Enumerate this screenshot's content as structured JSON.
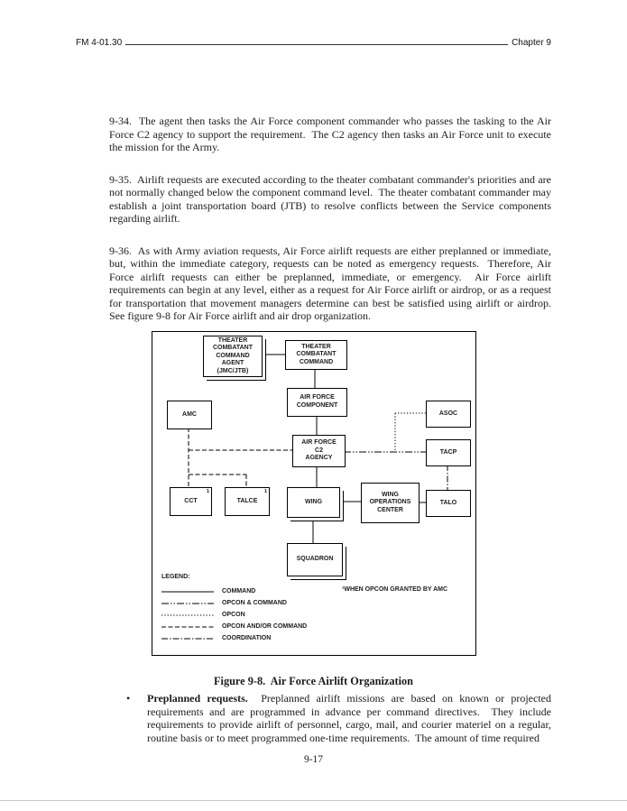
{
  "page": {
    "header": {
      "left": "FM 4-01.30",
      "right": "Chapter 9"
    },
    "footer": "9-17"
  },
  "paragraphs": [
    {
      "text": "9-34.  The agent then tasks the Air Force component commander who passes the tasking to the Air Force C2 agency to support the requirement.  The C2 agency then tasks an Air Force unit to execute the mission for the Army."
    },
    {
      "text": "9-35.  Airlift requests are executed according to the theater combatant commander's priorities and are not normally changed below the component command level.  The theater combatant commander may establish a joint transportation board (JTB) to resolve conflicts between the Service components regarding airlift."
    },
    {
      "text": "9-36.  As with Army aviation requests, Air Force airlift requests are either preplanned or immediate, but, within the immediate category, requests can be noted as emergency requests.  Therefore, Air Force airlift requests can either be preplanned, immediate, or emergency.  Air Force airlift requirements can begin at any level, either as a request for Air Force airlift or airdrop, or as a request for transportation that movement managers determine can best be satisfied using airlift or airdrop.  See figure 9-8 for Air Force airlift and air drop organization."
    }
  ],
  "figure": {
    "caption": "Figure 9-8.  Air Force Airlift Organization",
    "note": "¹WHEN OPCON GRANTED BY AMC",
    "legend_title": "LEGEND:",
    "legend": [
      {
        "label": "COMMAND",
        "style": "command"
      },
      {
        "label": "OPCON & COMMAND",
        "style": "opcon-and-command"
      },
      {
        "label": "OPCON",
        "style": "opcon"
      },
      {
        "label": "OPCON AND/OR COMMAND",
        "style": "opcon-andor-command"
      },
      {
        "label": "COORDINATION",
        "style": "coordination"
      }
    ],
    "nodes": {
      "tcc_agent": {
        "label": "THEATER\nCOMBATANT\nCOMMAND\nAGENT\n(JMC/JTB)"
      },
      "tcc": {
        "label": "THEATER\nCOMBATANT\nCOMMAND"
      },
      "af_component": {
        "label": "AIR FORCE\nCOMPONENT"
      },
      "af_c2_agency": {
        "label": "AIR FORCE\nC2\nAGENCY"
      },
      "amc": {
        "label": "AMC"
      },
      "asoc": {
        "label": "ASOC"
      },
      "tacp": {
        "label": "TACP"
      },
      "cct": {
        "label": "CCT",
        "sup": "1"
      },
      "talce": {
        "label": "TALCE",
        "sup": "1"
      },
      "wing": {
        "label": "WING"
      },
      "woc": {
        "label": "WING\nOPERATIONS\nCENTER"
      },
      "talo": {
        "label": "TALO"
      },
      "squadron": {
        "label": "SQUADRON"
      }
    }
  },
  "bullet": {
    "symbol": "•",
    "lead": "Preplanned requests.",
    "text": "Preplanned airlift missions are based on known or projected requirements and are programmed in advance per command directives.  They include requirements to provide airlift of personnel, cargo, mail, and courier materiel on a regular, routine basis or to meet programmed one-time requirements.  The amount of time required"
  }
}
